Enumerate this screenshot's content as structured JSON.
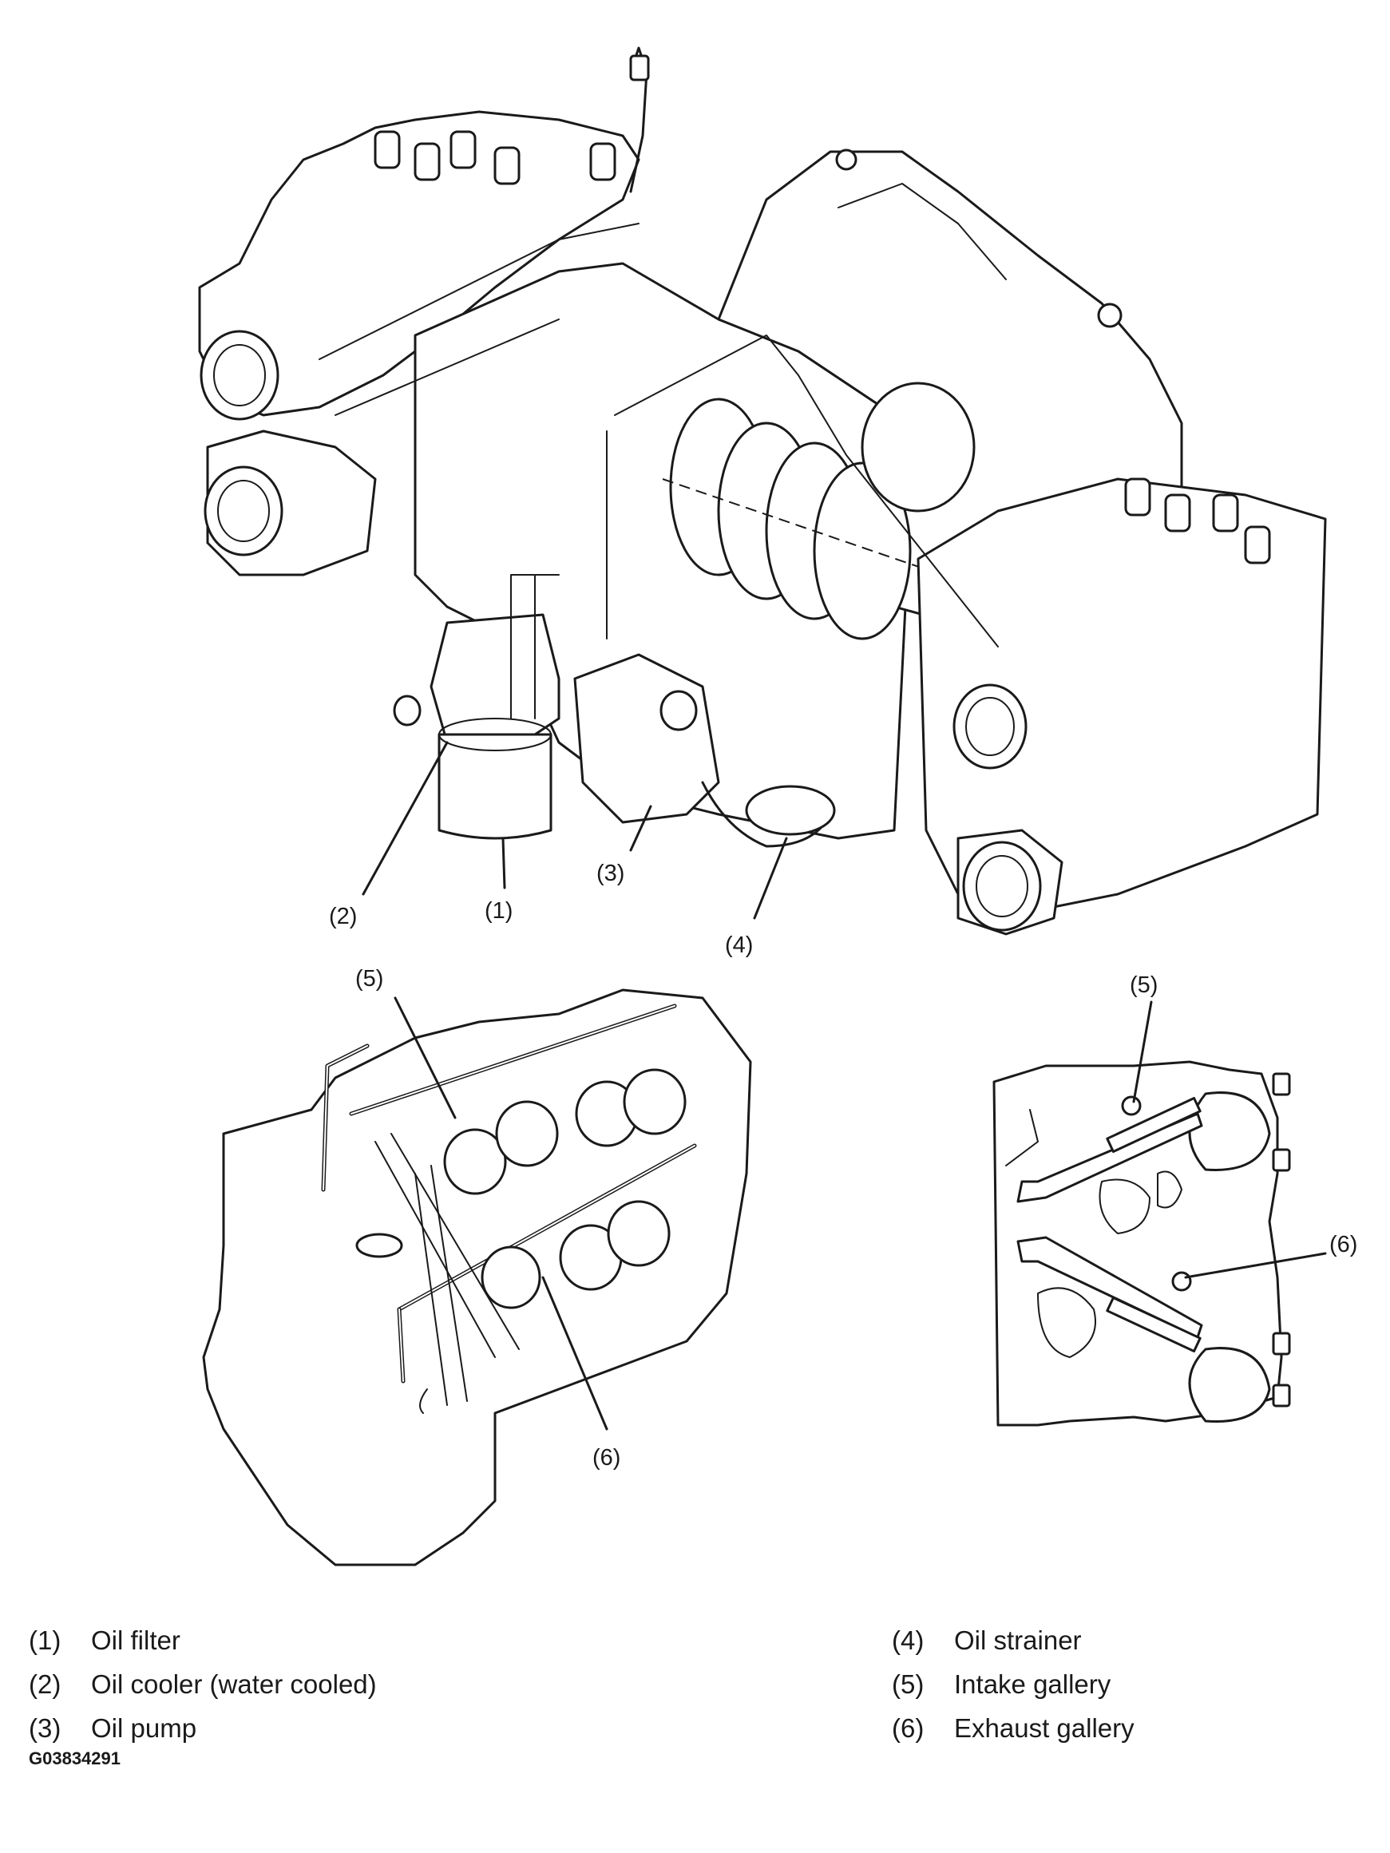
{
  "figure_id": "G03834291",
  "callouts": {
    "main": [
      "(2)",
      "(1)",
      "(3)",
      "(4)"
    ],
    "left_detail": [
      "(5)",
      "(6)"
    ],
    "right_detail": [
      "(5)",
      "(6)"
    ]
  },
  "legend": [
    {
      "num": "(1)",
      "label": "Oil filter"
    },
    {
      "num": "(2)",
      "label": "Oil cooler (water cooled)"
    },
    {
      "num": "(3)",
      "label": "Oil pump"
    },
    {
      "num": "(4)",
      "label": "Oil strainer"
    },
    {
      "num": "(5)",
      "label": "Intake gallery"
    },
    {
      "num": "(6)",
      "label": "Exhaust gallery"
    }
  ]
}
